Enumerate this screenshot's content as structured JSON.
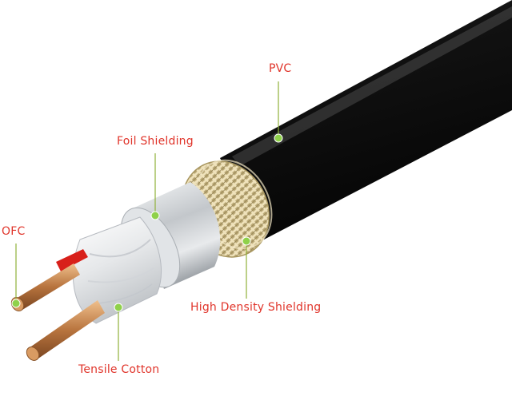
{
  "diagram": {
    "labels": {
      "pvc": "PVC",
      "foil": "Foil Shielding",
      "ofc": "OFC",
      "braid": "High Density Shielding",
      "cotton": "Tensile Cotton"
    },
    "colors": {
      "label_text": "#e0342a",
      "leader_line": "#8fb13a",
      "marker_dot": "#8fd14a",
      "jacket": "#141414",
      "braid": "#d8c79a",
      "foil": "#d6d9dc",
      "copper": "#c98a55",
      "red_insulation": "#d8201a"
    }
  }
}
